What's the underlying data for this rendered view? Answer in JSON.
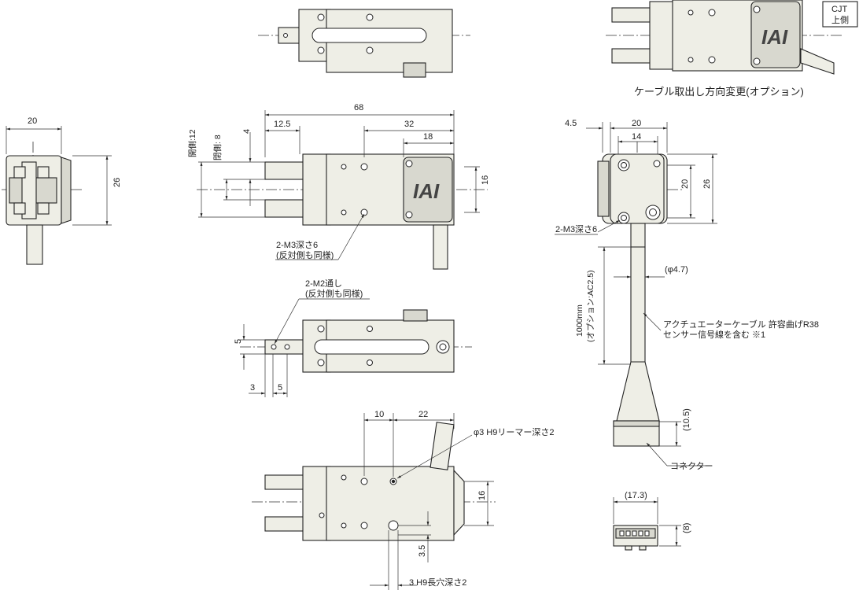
{
  "dims": {
    "d68": "68",
    "d32": "32",
    "d18": "18",
    "d125": "12.5",
    "d4": "4",
    "open12": "開側:12",
    "open8": "閉側: 8",
    "d16": "16",
    "m3": "2-M3深さ6",
    "opp1": "(反対側も同様)",
    "m2": "2-M2通し",
    "opp2": "(反対側も同様)",
    "d5v": "5",
    "d3": "3",
    "d5h": "5",
    "d10": "10",
    "d22": "22",
    "reamer": "φ3  H9リーマー深さ2",
    "d16b": "16",
    "d35": "3.5",
    "slot": "3  H9長穴深さ2",
    "s20": "20",
    "s26": "26",
    "cjt1": "CJT",
    "cjt2": "上側",
    "cable_option": "ケーブル取出し方向変更(オプション)",
    "r45": "4.5",
    "r20": "20",
    "r14": "14",
    "r20v": "20",
    "r26": "26",
    "rm3": "2-M3深さ6",
    "len1": "1000mm",
    "len2": "(オプション:AC2.5)",
    "dia": "(φ4.7)",
    "act1": "アクチュエーターケーブル  許容曲げR38",
    "act2": "センサー信号線を含む ※1",
    "d105": "(10.5)",
    "connector": "コネクター",
    "d173": "(17.3)",
    "d8": "(8)"
  },
  "logo": "IAI"
}
